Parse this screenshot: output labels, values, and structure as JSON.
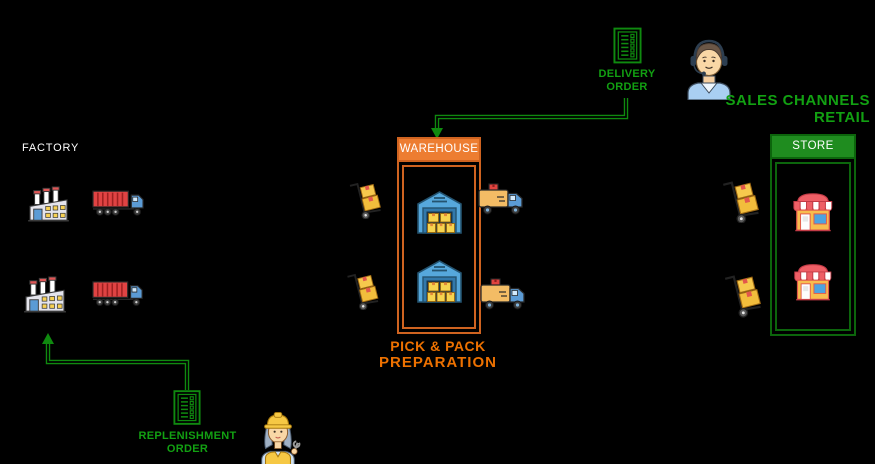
{
  "colors": {
    "background": "#000000",
    "green_line": "#0f8a0f",
    "green_text": "#12a012",
    "green_header_fill": "#1f8c1f",
    "green_border": "#0c650c",
    "orange_header_fill": "#ed7d31",
    "orange_border": "#cf6320",
    "orange_text": "#ed7100",
    "label_white": "#ffffff"
  },
  "factory": {
    "label": "FACTORY"
  },
  "delivery_order": {
    "line1": "DELIVERY",
    "line2": "ORDER"
  },
  "sales_channels": {
    "line1": "SALES CHANNELS",
    "line2": "RETAIL"
  },
  "warehouse": {
    "title": "WAREHOUSE",
    "caption_line1": "PICK & PACK",
    "caption_line2": "PREPARATION"
  },
  "store": {
    "title": "STORE"
  },
  "replenishment_order": {
    "line1": "REPLENISHMENT",
    "line2": "ORDER"
  },
  "icons": [
    "factory-icon",
    "semi-truck-icon",
    "hand-truck-icon",
    "warehouse-icon",
    "box-truck-icon",
    "store-icon",
    "order-document-icon",
    "support-agent-icon",
    "worker-icon"
  ]
}
